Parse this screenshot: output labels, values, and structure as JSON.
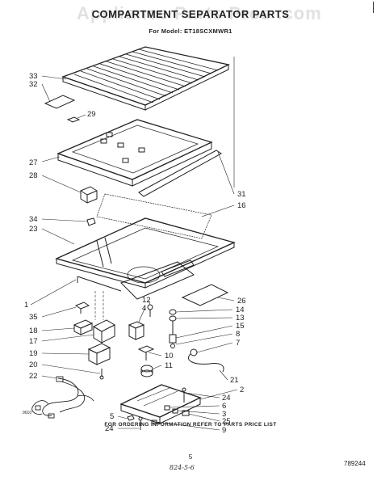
{
  "header": {
    "watermark": "Appliance Parts Pros .com",
    "title": "COMPARTMENT SEPARATOR PARTS",
    "subtitle": "For Model: ET18SCXMWR1"
  },
  "callouts": {
    "c33": "33",
    "c32": "32",
    "c29": "29",
    "c27": "27",
    "c28": "28",
    "c31": "31",
    "c16": "16",
    "c34": "34",
    "c23": "23",
    "c1": "1",
    "c26": "26",
    "c12": "12",
    "c4": "4",
    "c14": "14",
    "c13": "13",
    "c15": "15",
    "c8": "8",
    "c7": "7",
    "c35": "35",
    "c18": "18",
    "c17": "17",
    "c19": "19",
    "c10": "10",
    "c11": "11",
    "c20": "20",
    "c22": "22",
    "c21": "21",
    "c2": "2",
    "c24a": "24",
    "c6": "6",
    "c3": "3",
    "c25": "25",
    "c5": "5",
    "c24b": "24",
    "c9": "9"
  },
  "footer": {
    "order_info": "FOR ORDERING INFORMATION REFER TO PARTS PRICE LIST",
    "page_number": "5",
    "handwritten_note": "824-5-6",
    "doc_number": "789244",
    "small_code": "9010"
  }
}
